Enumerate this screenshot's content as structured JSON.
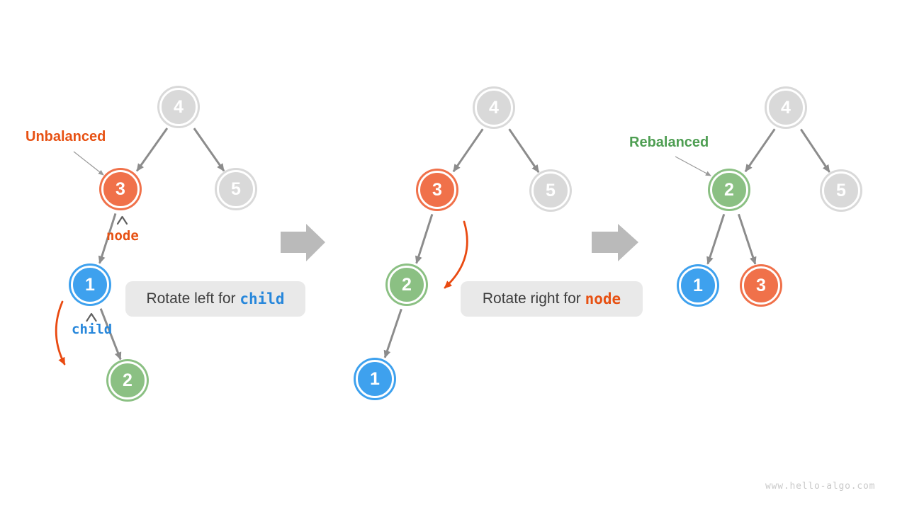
{
  "figure": {
    "topic": "AVL tree left-right rotation",
    "watermark": "www.hello-algo.com"
  },
  "palette": {
    "node_gray": "#d9d9d9",
    "node_orange": "#f0714a",
    "node_blue": "#3ea1ee",
    "node_green": "#8bc083",
    "edge_gray": "#8c8c8c",
    "block_arrow_gray": "#bababa",
    "rotation_arrow_orange": "#e94a11",
    "label_orange": "#e75113",
    "label_green": "#4e9e52",
    "code_blue": "#2787db",
    "caption_bg": "#e9e9e9",
    "caption_text": "#3d3d3d",
    "watermark_gray": "#c9c9c9"
  },
  "annotations": {
    "unbalanced": "Unbalanced",
    "rebalanced": "Rebalanced",
    "node_pointer": "node",
    "child_pointer": "child"
  },
  "captions": {
    "rotate_left": {
      "prefix": "Rotate left for ",
      "code": "child"
    },
    "rotate_right": {
      "prefix": "Rotate right for ",
      "code": "node"
    }
  },
  "trees": [
    {
      "title": "unbalanced-tree",
      "nodes": [
        {
          "value": "4",
          "color": "gray"
        },
        {
          "value": "3",
          "color": "orange"
        },
        {
          "value": "5",
          "color": "gray"
        },
        {
          "value": "1",
          "color": "blue"
        },
        {
          "value": "2",
          "color": "green"
        }
      ],
      "edges": [
        [
          "4",
          "3"
        ],
        [
          "4",
          "5"
        ],
        [
          "3",
          "1"
        ],
        [
          "1",
          "2"
        ]
      ]
    },
    {
      "title": "after-left-rotation",
      "nodes": [
        {
          "value": "4",
          "color": "gray"
        },
        {
          "value": "3",
          "color": "orange"
        },
        {
          "value": "5",
          "color": "gray"
        },
        {
          "value": "2",
          "color": "green"
        },
        {
          "value": "1",
          "color": "blue"
        }
      ],
      "edges": [
        [
          "4",
          "3"
        ],
        [
          "4",
          "5"
        ],
        [
          "3",
          "2"
        ],
        [
          "2",
          "1"
        ]
      ]
    },
    {
      "title": "rebalanced-tree",
      "nodes": [
        {
          "value": "4",
          "color": "gray"
        },
        {
          "value": "2",
          "color": "green"
        },
        {
          "value": "5",
          "color": "gray"
        },
        {
          "value": "1",
          "color": "blue"
        },
        {
          "value": "3",
          "color": "orange"
        }
      ],
      "edges": [
        [
          "4",
          "2"
        ],
        [
          "4",
          "5"
        ],
        [
          "2",
          "1"
        ],
        [
          "2",
          "3"
        ]
      ]
    }
  ]
}
